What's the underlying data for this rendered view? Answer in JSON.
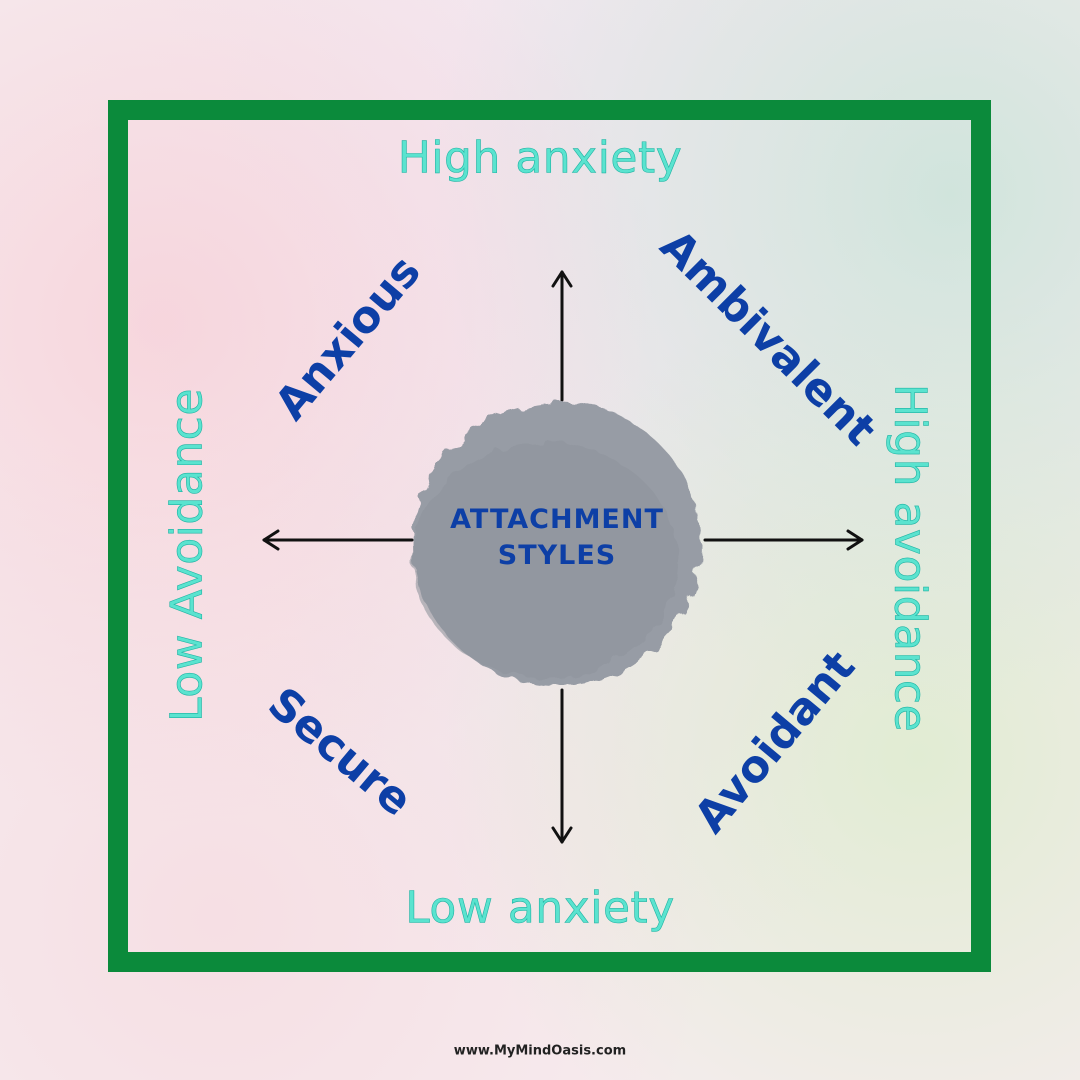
{
  "axes": {
    "top": "High anxiety",
    "bottom": "Low anxiety",
    "left": "Low Avoidance",
    "right": "High avoidance"
  },
  "quadrants": {
    "top_left": "Anxious",
    "top_right": "Ambivalent",
    "bottom_left": "Secure",
    "bottom_right": "Avoidant"
  },
  "center": {
    "line1": "ATTACHMENT",
    "line2": "STYLES"
  },
  "footer": "www.MyMindOasis.com",
  "colors": {
    "frame": "#0b8a3b",
    "axis_text": "#5ae3cf",
    "quadrant_text": "#0d3fa6",
    "center_circle": "#979ca5",
    "arrows": "#111111"
  }
}
